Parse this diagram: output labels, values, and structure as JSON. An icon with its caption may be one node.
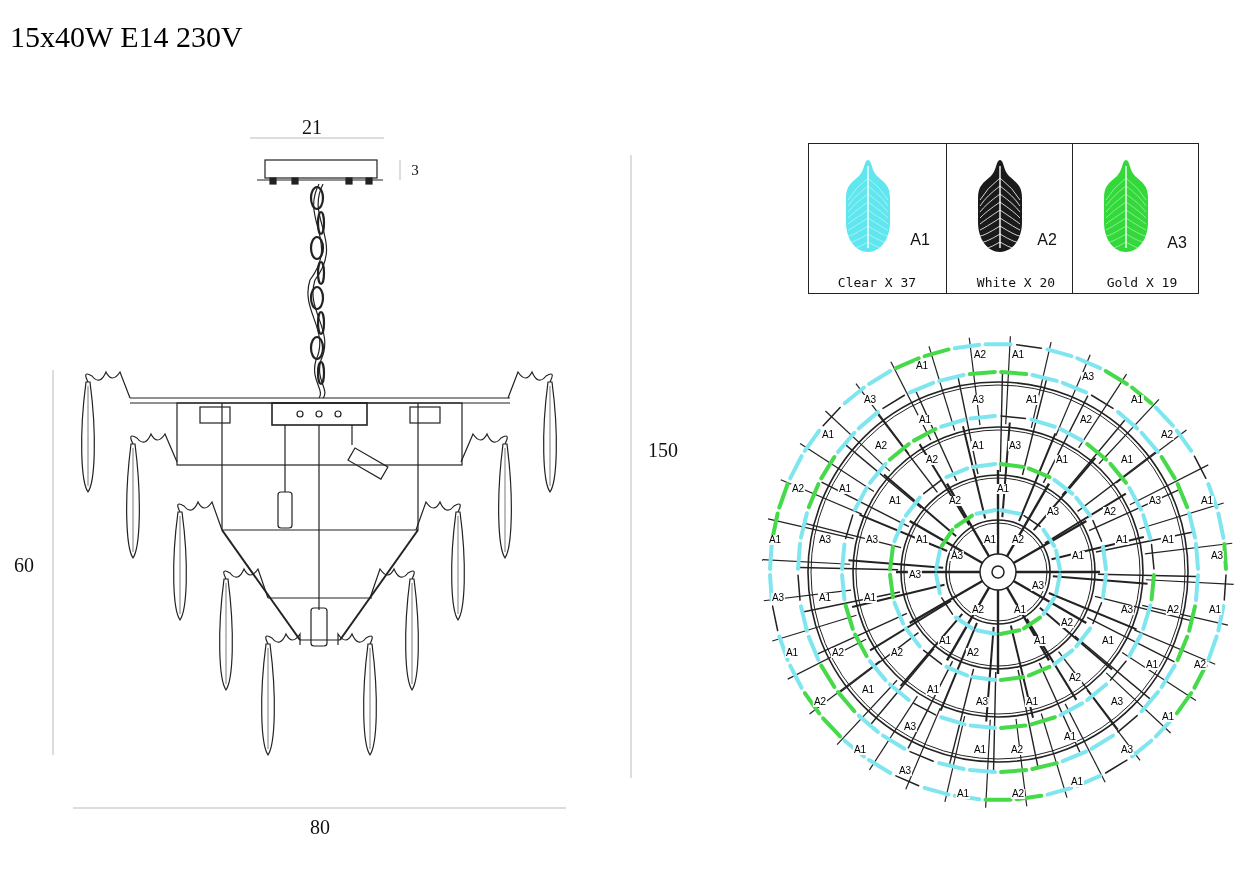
{
  "diagram": {
    "title": "15x40W E14 230V",
    "labels": [
      "21",
      "3",
      "150",
      "60",
      "80",
      "A1",
      "A2",
      "A3",
      "Clear X 37",
      "White X 20",
      "Gold X 19",
      "A2",
      "A1",
      "A1",
      "A3",
      "A3",
      "A3",
      "A1",
      "A1",
      "A1",
      "A2",
      "A1",
      "A2",
      "A2",
      "A1",
      "A3",
      "A2",
      "A1",
      "A1",
      "A2",
      "A1",
      "A1",
      "A1",
      "A2",
      "A3",
      "A1",
      "A3",
      "A2",
      "A1",
      "A3",
      "A3",
      "A1",
      "A1",
      "A2",
      "A1",
      "A1",
      "A3",
      "A1",
      "A3",
      "A3",
      "A3",
      "A3",
      "A1",
      "A1",
      "A2",
      "A1",
      "A3",
      "A2",
      "A1",
      "A2",
      "A1",
      "A1",
      "A1",
      "A1",
      "A2",
      "A2",
      "A2",
      "A1",
      "A2",
      "A2",
      "A1",
      "A1",
      "A2",
      "A3",
      "A1",
      "A3",
      "A1",
      "A3",
      "A1",
      "A1",
      "A1",
      "A2",
      "A3",
      "A3",
      "A1",
      "A1",
      "A2"
    ]
  }
}
